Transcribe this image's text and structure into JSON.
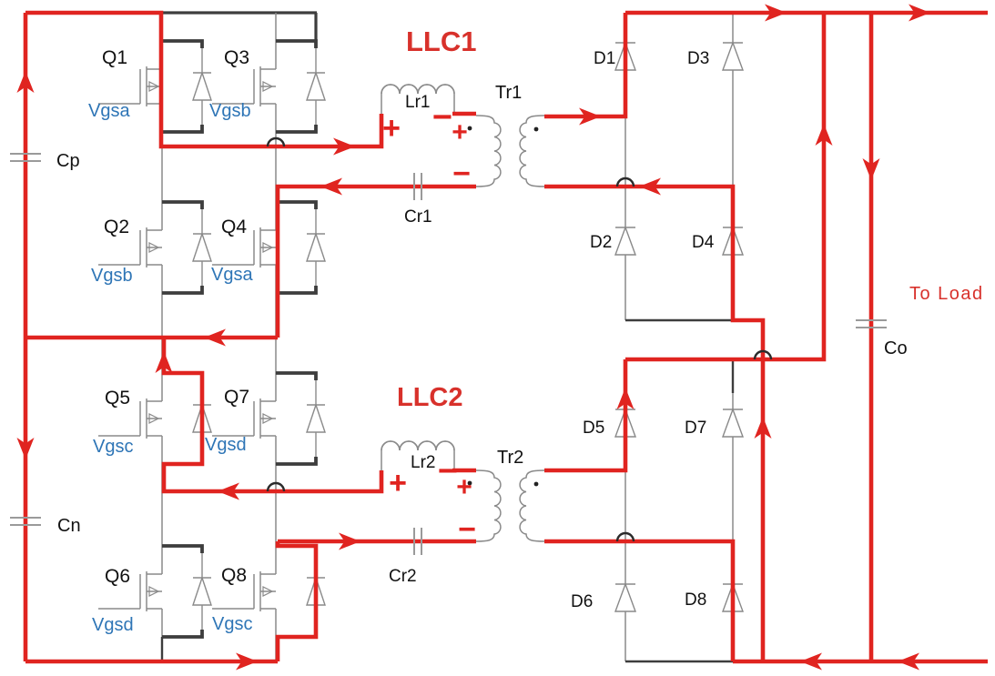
{
  "diagram": {
    "titles": {
      "llc1": "LLC1",
      "llc2": "LLC2",
      "to_load": "To Load"
    },
    "mosfets": [
      {
        "label": "Q1",
        "gate": "Vgsa"
      },
      {
        "label": "Q2",
        "gate": "Vgsb"
      },
      {
        "label": "Q3",
        "gate": "Vgsb"
      },
      {
        "label": "Q4",
        "gate": "Vgsa"
      },
      {
        "label": "Q5",
        "gate": "Vgsc"
      },
      {
        "label": "Q6",
        "gate": "Vgsd"
      },
      {
        "label": "Q7",
        "gate": "Vgsd"
      },
      {
        "label": "Q8",
        "gate": "Vgsc"
      }
    ],
    "diodes": [
      {
        "label": "D1"
      },
      {
        "label": "D2"
      },
      {
        "label": "D3"
      },
      {
        "label": "D4"
      },
      {
        "label": "D5"
      },
      {
        "label": "D6"
      },
      {
        "label": "D7"
      },
      {
        "label": "D8"
      }
    ],
    "capacitors": {
      "cp": "Cp",
      "cn": "Cn",
      "co": "Co",
      "cr1": "Cr1",
      "cr2": "Cr2"
    },
    "inductors": {
      "lr1": "Lr1",
      "lr2": "Lr2"
    },
    "transformers": {
      "tr1": "Tr1",
      "tr2": "Tr2"
    },
    "polarity": {
      "plus": "+",
      "minus": "−"
    },
    "colors": {
      "current_path": "#e02420",
      "label_red": "#d8312b",
      "gate_label_blue": "#2e75b6",
      "wire_dark": "#3d3d3d",
      "component_gray": "#8a8a8a",
      "text_black": "#111111"
    }
  }
}
